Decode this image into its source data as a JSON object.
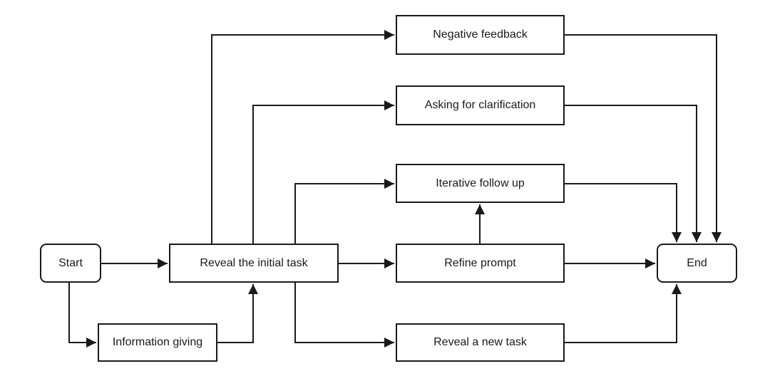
{
  "nodes": {
    "start": "Start",
    "reveal_initial_task": "Reveal the initial task",
    "information_giving": "Information giving",
    "negative_feedback": "Negative feedback",
    "asking_for_clarification": "Asking for clarification",
    "iterative_follow_up": "Iterative follow up",
    "refine_prompt": "Refine prompt",
    "reveal_new_task": "Reveal a new task",
    "end": "End"
  },
  "edges": [
    {
      "from": "start",
      "to": "reveal_initial_task"
    },
    {
      "from": "start",
      "to": "information_giving"
    },
    {
      "from": "information_giving",
      "to": "reveal_initial_task"
    },
    {
      "from": "reveal_initial_task",
      "to": "negative_feedback"
    },
    {
      "from": "reveal_initial_task",
      "to": "asking_for_clarification"
    },
    {
      "from": "reveal_initial_task",
      "to": "iterative_follow_up"
    },
    {
      "from": "reveal_initial_task",
      "to": "refine_prompt"
    },
    {
      "from": "reveal_initial_task",
      "to": "reveal_new_task"
    },
    {
      "from": "refine_prompt",
      "to": "iterative_follow_up"
    },
    {
      "from": "refine_prompt",
      "to": "end"
    },
    {
      "from": "negative_feedback",
      "to": "end"
    },
    {
      "from": "asking_for_clarification",
      "to": "end"
    },
    {
      "from": "iterative_follow_up",
      "to": "end"
    },
    {
      "from": "reveal_new_task",
      "to": "end"
    }
  ],
  "colors": {
    "stroke": "#1a1a1a",
    "background": "#ffffff"
  }
}
